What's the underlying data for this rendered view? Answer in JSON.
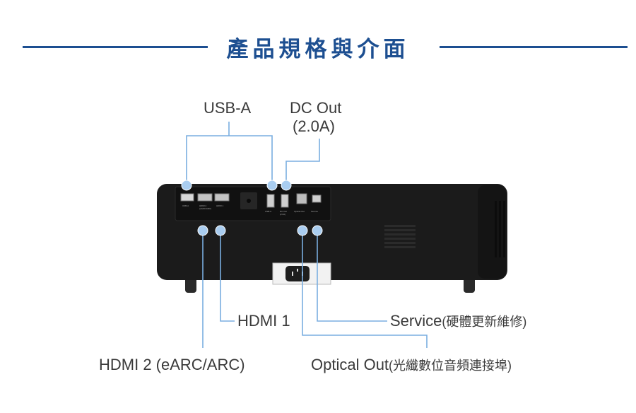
{
  "title": "產品規格與介面",
  "labels": {
    "usb_a": "USB-A",
    "dc_out": "DC Out",
    "dc_out_rating": "(2.0A)",
    "hdmi1": "HDMI 1",
    "service": "Service",
    "service_note": "(硬體更新維修)",
    "hdmi2": "HDMI 2 (eARC/ARC)",
    "optical": "Optical Out",
    "optical_note": "(光纖數位音頻連接埠)"
  },
  "port_print": {
    "usb_a": "USB-A",
    "hdmi2": "HDMI 2",
    "hdmi2_sub": "(eARC/ARC)",
    "hdmi1": "HDMI 1",
    "usb_a_right": "USB-A",
    "dc_out": "DC Out",
    "dc_out_rating": "(2.0A)",
    "optical": "Optical Out",
    "service": "Service"
  },
  "colors": {
    "title": "#1d4f91",
    "callout_line": "#7aaee0",
    "callout_dot": "#a9cdf0",
    "device_body": "#1b1b1b",
    "label_text": "#3a3a3a"
  }
}
